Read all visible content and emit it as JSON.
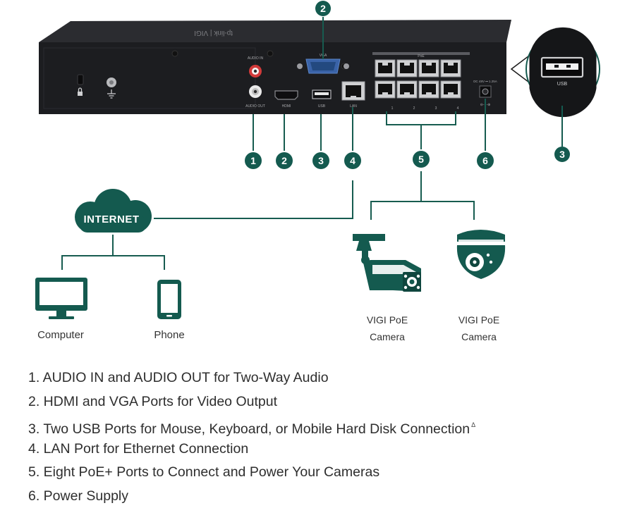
{
  "colors": {
    "teal": "#145a4f",
    "device": "#1e1f22",
    "line": "#175c50"
  },
  "device": {
    "port_labels": {
      "audio_in": "AUDIO IN",
      "audio_out": "AUDIO OUT",
      "vga": "VGA",
      "hdmi": "HDMI",
      "usb": "USB",
      "lan": "LAN",
      "poe": "PoE",
      "dc": "DC 48V ⎓ 1.25A",
      "polarity": "⊖-◐-⊕",
      "brand": "tp-link | VIGI"
    },
    "poe_numbers": [
      "1",
      "2",
      "3",
      "4"
    ]
  },
  "zoom": {
    "usb_label": "USB"
  },
  "callouts": [
    "1",
    "2",
    "3",
    "4",
    "5",
    "6"
  ],
  "cloud": {
    "label": "INTERNET"
  },
  "clients": [
    {
      "label": "Computer",
      "icon": "monitor-icon"
    },
    {
      "label": "Phone",
      "icon": "phone-icon"
    }
  ],
  "cameras": [
    {
      "line1": "VIGI PoE",
      "line2": "Camera",
      "icon": "bullet-camera-icon"
    },
    {
      "line1": "VIGI PoE",
      "line2": "Camera",
      "icon": "turret-camera-icon"
    }
  ],
  "legend": [
    "1. AUDIO IN and AUDIO OUT for Two-Way Audio",
    "2. HDMI and VGA Ports for Video Output",
    "3. Two USB Ports for Mouse, Keyboard, or Mobile Hard Disk Connection",
    "4. LAN Port for Ethernet Connection",
    "5. Eight PoE+ Ports to Connect and Power Your Cameras",
    "6. Power Supply"
  ],
  "legend_mark": "Δ"
}
